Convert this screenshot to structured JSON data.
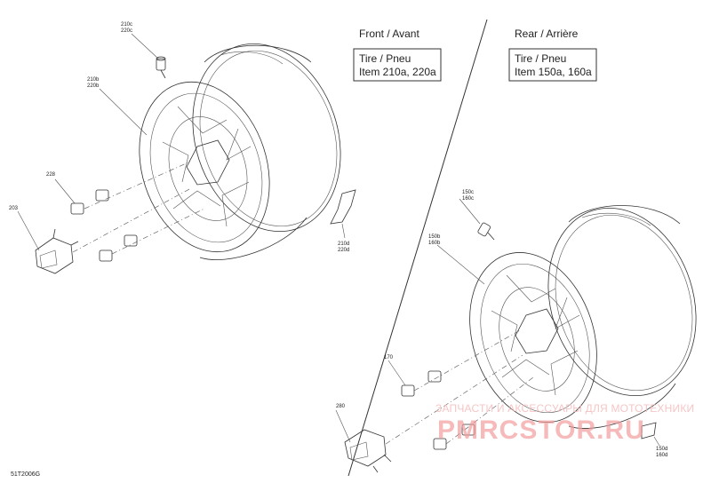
{
  "front": {
    "header": "Front / Avant",
    "box_line1": "Tire / Pneu",
    "box_line2": "Item 210a, 220a",
    "callouts": {
      "valve_a": "210c",
      "valve_b": "220c",
      "rim_a": "210b",
      "rim_b": "220b",
      "nut": "228",
      "hub": "203",
      "weight_a": "210d",
      "weight_b": "220d"
    }
  },
  "rear": {
    "header": "Rear / Arrière",
    "box_line1": "Tire / Pneu",
    "box_line2": "Item 150a, 160a",
    "callouts": {
      "valve_a": "150c",
      "valve_b": "160c",
      "rim_a": "150b",
      "rim_b": "160b",
      "nut": "170",
      "hub": "280",
      "weight_a": "150d",
      "weight_b": "160d"
    }
  },
  "figure_code": "51T2006G",
  "watermark": {
    "line1": "ЗАПЧАСТИ И АКСЕССУАРЫ ДЛЯ МОТОТЕХНИКИ",
    "line2": "PMRCSTOR.RU"
  }
}
